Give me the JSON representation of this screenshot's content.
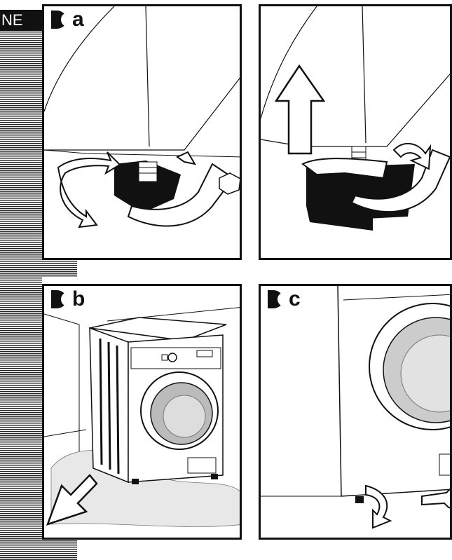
{
  "tab": {
    "text": "NE"
  },
  "panels": [
    {
      "id": "a",
      "label": "a"
    },
    {
      "id": "top-right",
      "label": ""
    },
    {
      "id": "b",
      "label": "b"
    },
    {
      "id": "c",
      "label": "c"
    }
  ]
}
